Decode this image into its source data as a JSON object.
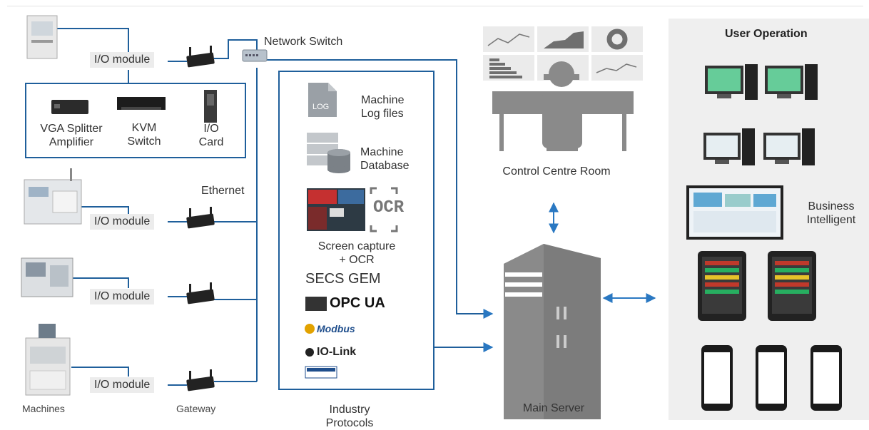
{
  "labels": {
    "network_switch": "Network Switch",
    "ethernet": "Ethernet",
    "io_module": "I/O module",
    "vga_splitter": "VGA Splitter\nAmplifier",
    "kvm_switch": "KVM\nSwitch",
    "io_card": "I/O\nCard",
    "machine_log": "Machine\nLog files",
    "log_badge": "LOG",
    "machine_db": "Machine\nDatabase",
    "ocr_badge": "OCR",
    "screen_capture": "Screen capture\n+ OCR",
    "secs_gem": "SECS GEM",
    "opc_ua": "OPC UA",
    "modbus": "Modbus",
    "io_link": "IO-Link",
    "control_room": "Control Centre Room",
    "user_operation": "User Operation",
    "business_intelligent": "Business\nIntelligent",
    "machines": "Machines",
    "gateway": "Gateway",
    "industry_protocols": "Industry\nProtocols",
    "main_server": "Main Server"
  },
  "colors": {
    "line_blue": "#1f5f9b",
    "arrow_blue": "#2a78c2",
    "dark_gray": "#8a8a8a",
    "panel_gray": "#efefef",
    "device_black": "#222222"
  }
}
